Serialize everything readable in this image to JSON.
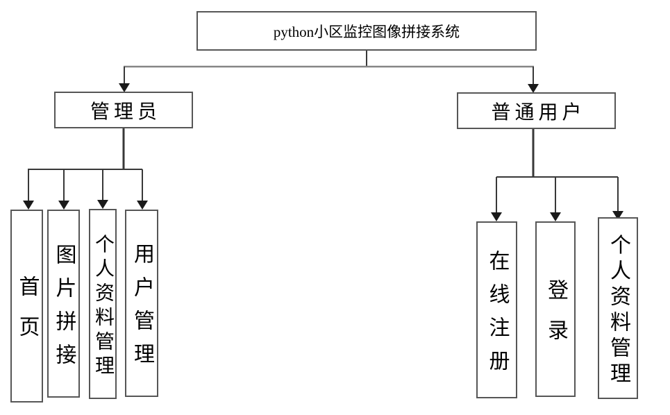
{
  "diagram": {
    "title": "python小区监控图像拼接系统",
    "root": {
      "label": "python小区监控图像拼接系统"
    },
    "admin": {
      "label": "管理员",
      "children": [
        {
          "label": "首页"
        },
        {
          "label": "图片拼接"
        },
        {
          "label": "个人资料管理"
        },
        {
          "label": "用户管理"
        }
      ]
    },
    "user": {
      "label": "普通用户",
      "children": [
        {
          "label": "在线注册"
        },
        {
          "label": "登录"
        },
        {
          "label": "个人资料管理"
        }
      ]
    }
  },
  "colors": {
    "background": "#ffffff",
    "box_border": "#565656",
    "line_dark": "#383838",
    "line_gray": "#858585",
    "text": "#000000"
  }
}
